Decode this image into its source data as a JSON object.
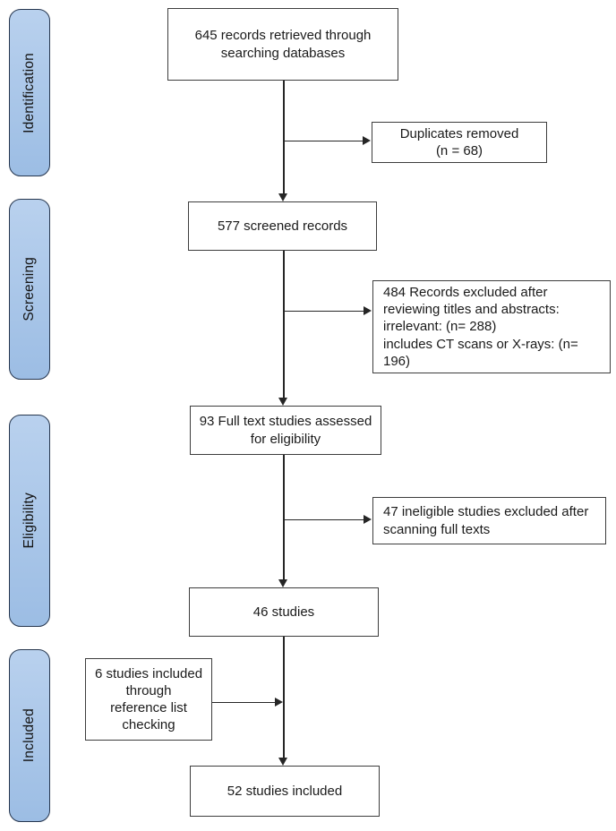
{
  "diagram": {
    "type": "prisma-flow",
    "stages": [
      {
        "label": "Identification"
      },
      {
        "label": "Screening"
      },
      {
        "label": "Eligibility"
      },
      {
        "label": "Included"
      }
    ],
    "boxes": {
      "records_retrieved": "645 records retrieved through\nsearching databases",
      "duplicates_removed": "Duplicates removed\n(n = 68)",
      "screened_records": "577 screened records",
      "records_excluded": "484 Records excluded after\nreviewing titles and abstracts:\nirrelevant: (n= 288)\nincludes CT scans or X-rays: (n= 196)",
      "fulltext_assessed": "93 Full text studies assessed\nfor eligibility",
      "ineligible_excluded": "47 ineligible studies excluded after\nscanning full texts",
      "studies_after_fulltext": "46 studies",
      "reference_list_included": "6 studies included\nthrough\nreference list\nchecking",
      "studies_included": "52 studies included"
    },
    "colors": {
      "stage_fill_top": "#b9d1ee",
      "stage_fill_bottom": "#9cbde4",
      "stage_border": "#26364e",
      "box_border": "#3d3d3d",
      "line": "#262626"
    }
  }
}
